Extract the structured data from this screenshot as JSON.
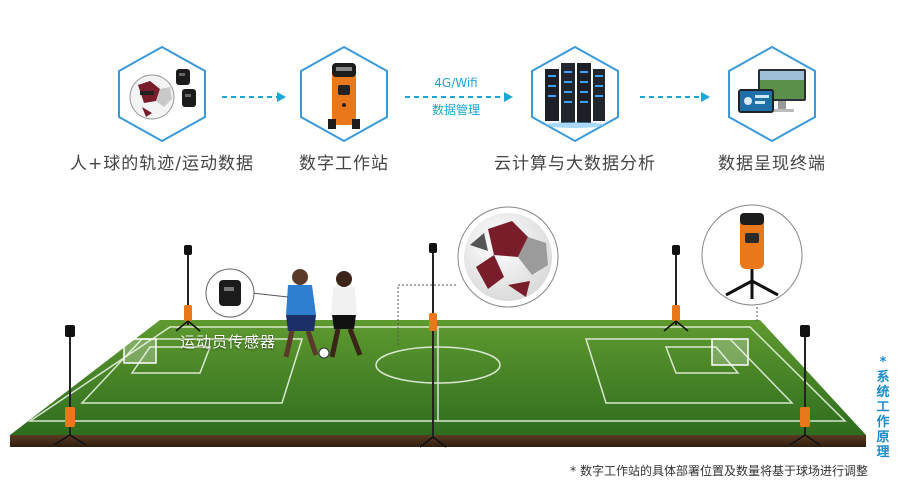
{
  "flow": {
    "stages": [
      {
        "label": "人+球的轨迹/运动数据",
        "icon": "ball-and-sensor-icon"
      },
      {
        "label": "数字工作站",
        "icon": "workstation-device-icon"
      },
      {
        "label": "云计算与大数据分析",
        "icon": "server-rack-icon"
      },
      {
        "label": "数据呈现终端",
        "icon": "display-terminal-icon"
      }
    ],
    "arrow_note_line1": "4G/Wifi",
    "arrow_note_line2": "数据管理"
  },
  "field": {
    "sensor_label": "运动员传感器"
  },
  "side_title": "*系统工作原理",
  "footnote": "* 数字工作站的具体部署位置及数量将基于球场进行调整",
  "colors": {
    "accent_blue": "#1ca6d6",
    "hex_border": "#3a9ad9",
    "grass_dark": "#2f6d1f",
    "grass_light": "#5f9a2f",
    "device_orange": "#e9781b"
  }
}
